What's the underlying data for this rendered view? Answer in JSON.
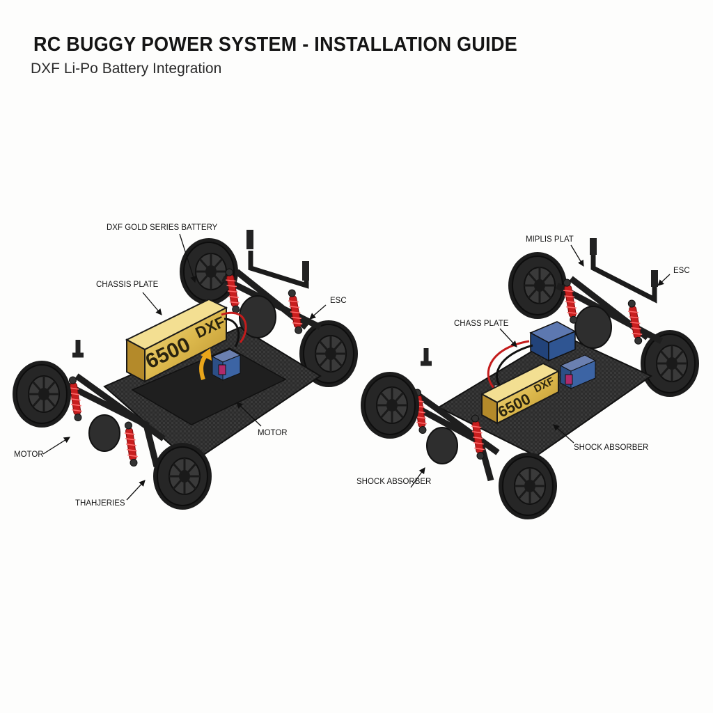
{
  "header": {
    "title": "RC BUGGY POWER SYSTEM - INSTALLATION GUIDE",
    "subtitle": "DXF Li-Po Battery Integration"
  },
  "left_view": {
    "labels": {
      "battery": "DXF GOLD SERIES BATTERY",
      "chassis": "CHASSIS PLATE",
      "esc": "ESC",
      "motor_right": "MOTOR",
      "motor_left": "MOTOR",
      "bottom": "THAHJERIES"
    },
    "battery_capacity": "6500",
    "battery_brand": "DXF"
  },
  "right_view": {
    "labels": {
      "top": "MIPLIS PLAT",
      "esc": "ESC",
      "chassis": "CHASS PLATE",
      "shock_right": "SHOCK ABSORBER",
      "shock_left": "SHOCK ABSORBER"
    },
    "battery_capacity": "6500",
    "battery_brand": "DXF"
  },
  "colors": {
    "battery_gold": "#e2c25a",
    "shock_red": "#c81e1e",
    "esc_blue": "#2c4f86",
    "motor_magenta": "#b02a6a",
    "chassis": "#2b2b2b",
    "tire": "#1e1e1e"
  }
}
